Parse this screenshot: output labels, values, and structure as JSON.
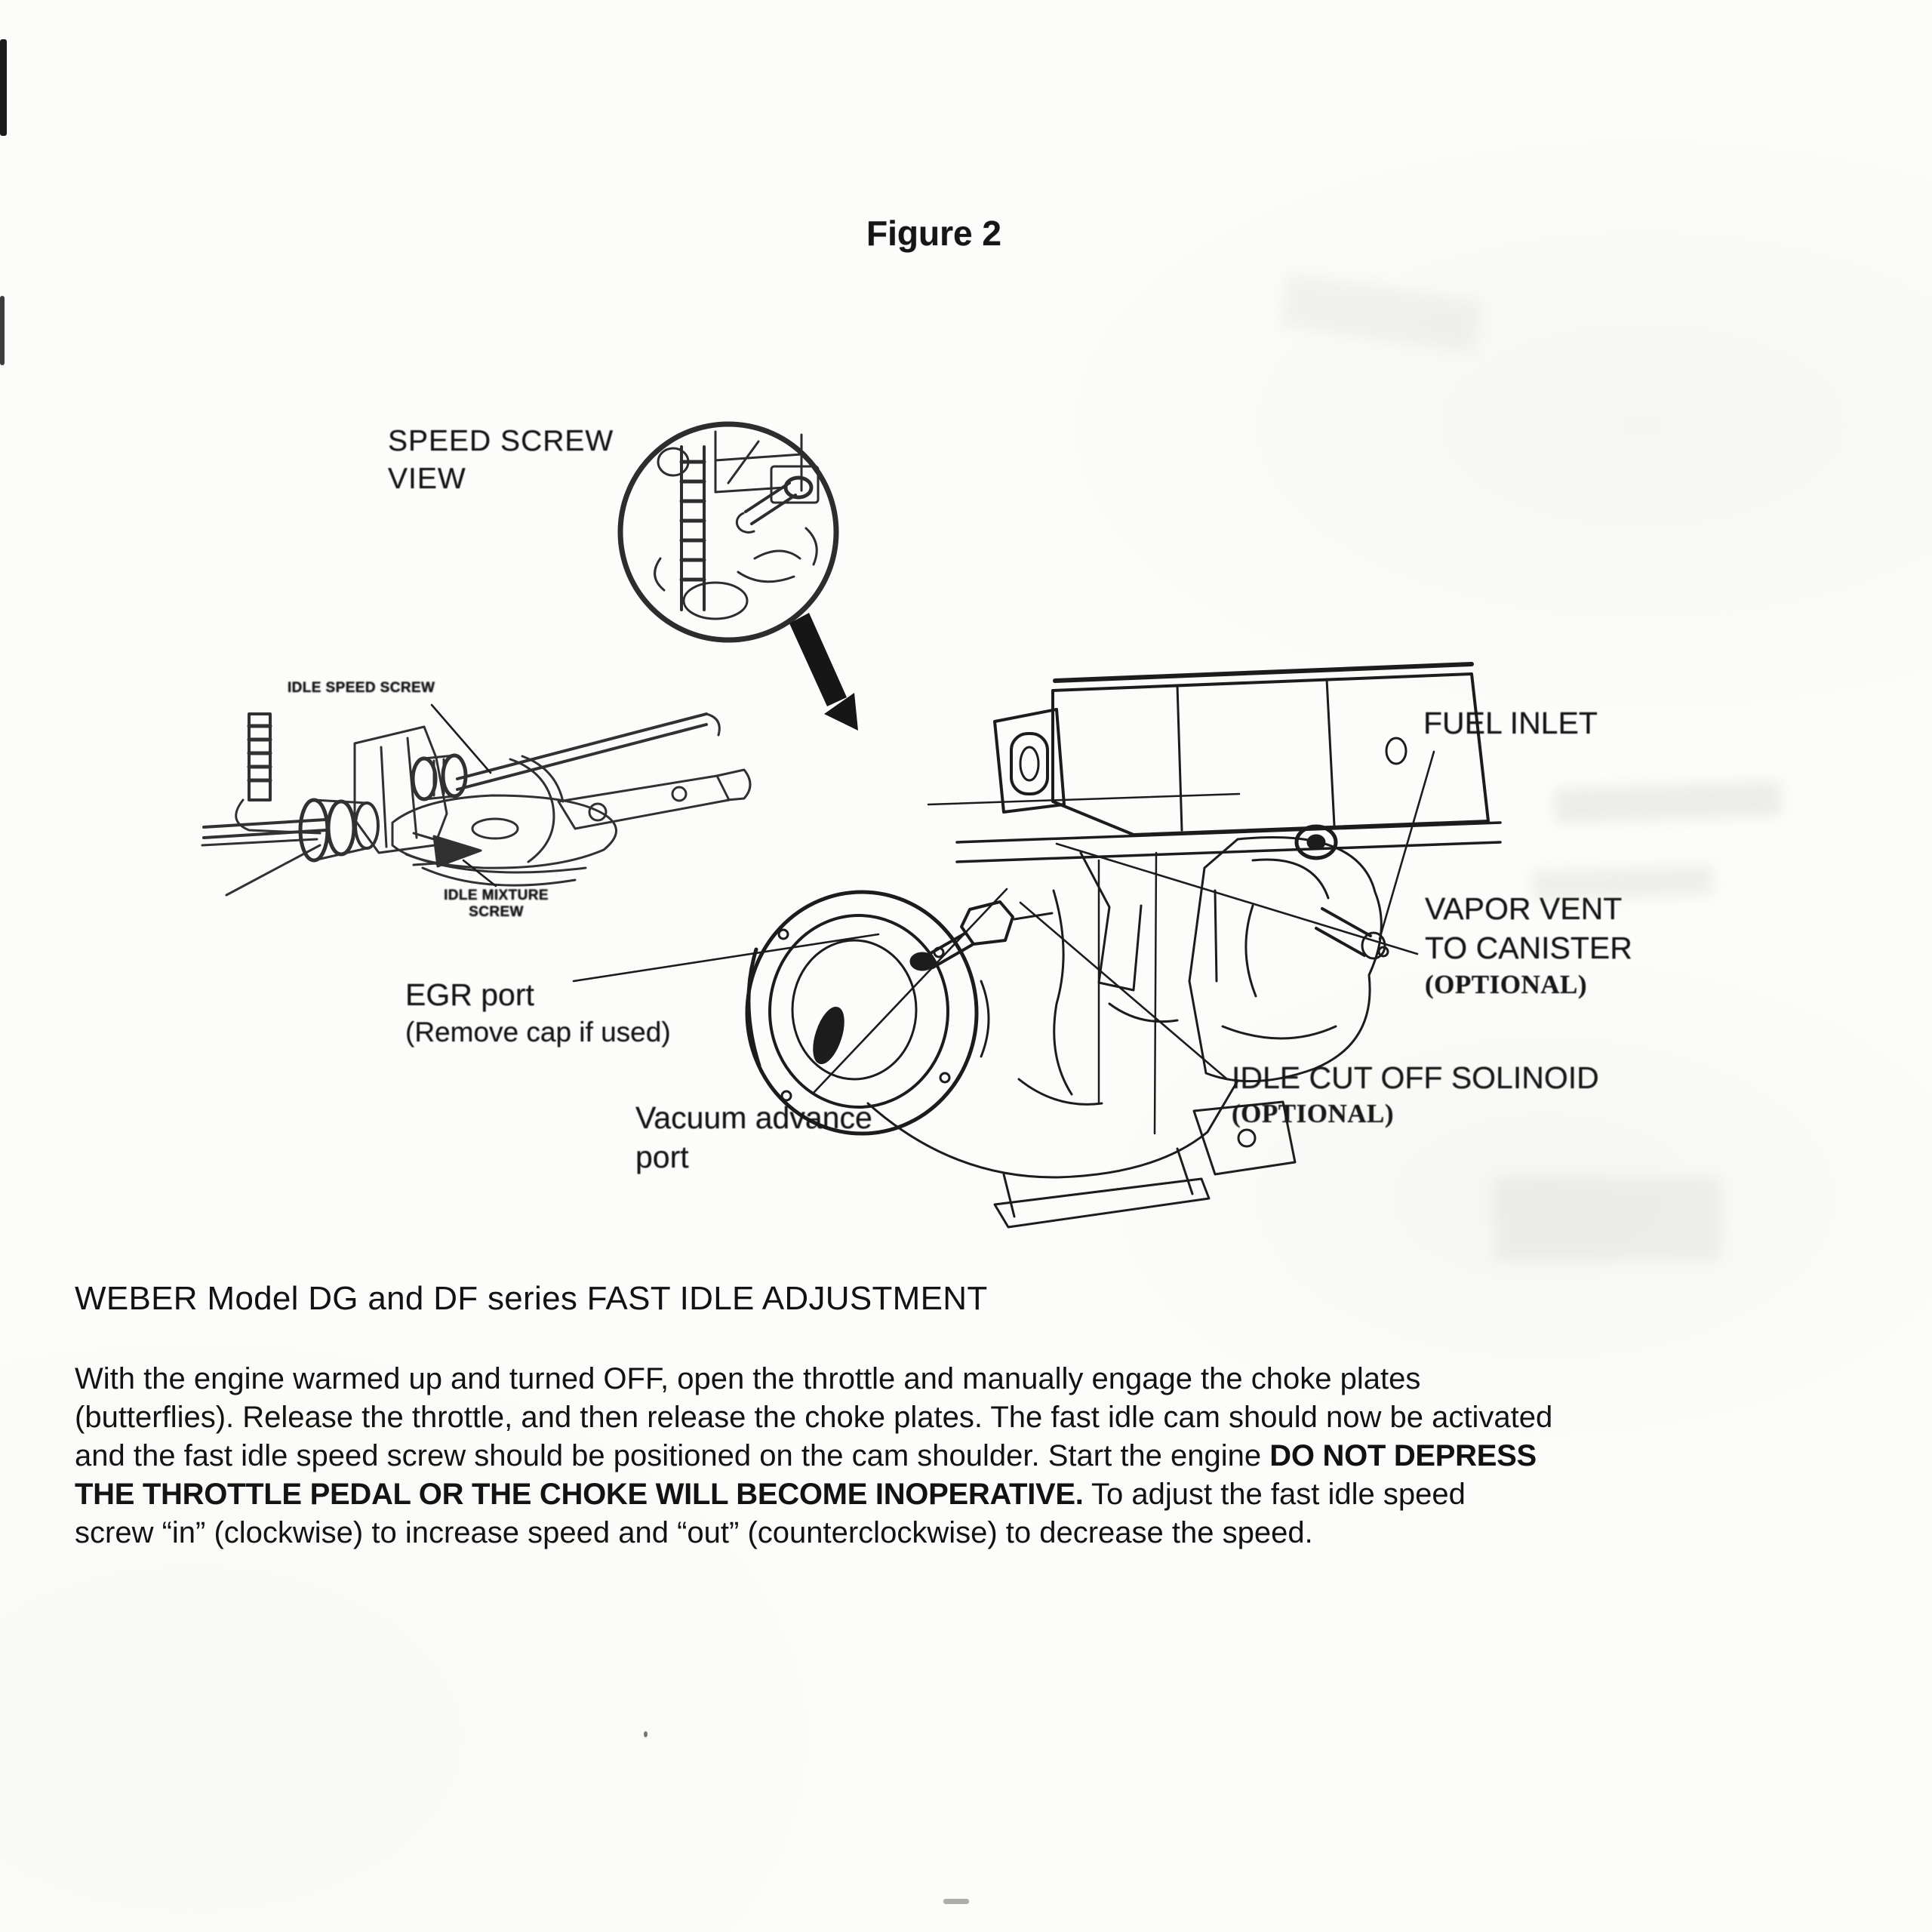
{
  "page": {
    "figure_title": "Figure 2",
    "section_heading": "WEBER Model DG and DF series FAST IDLE ADJUSTMENT"
  },
  "diagram": {
    "labels": {
      "speed_screw_view_line1": "SPEED SCREW",
      "speed_screw_view_line2": "VIEW",
      "idle_speed_screw": "IDLE SPEED SCREW",
      "idle_mixture_screw": "IDLE MIXTURE SCREW",
      "fuel_inlet": "FUEL INLET",
      "vapor_vent_line1": "VAPOR VENT",
      "vapor_vent_line2": "TO CANISTER",
      "vapor_vent_line3": "(OPTIONAL)",
      "idle_cut_off_line1": "IDLE CUT OFF SOLINOID",
      "idle_cut_off_line2": "(OPTIONAL)",
      "egr_port_line1": "EGR port",
      "egr_port_line2": "(Remove cap if used)",
      "vacuum_advance_line1": "Vacuum advance",
      "vacuum_advance_line2": "port"
    }
  },
  "paragraph": {
    "lines": [
      [
        {
          "t": "With the engine warmed up and turned OFF, open the throttle and manually engage the choke plates",
          "b": false
        }
      ],
      [
        {
          "t": "(butterflies). Release the throttle, and then release the choke plates. The fast idle cam should now be activated",
          "b": false
        }
      ],
      [
        {
          "t": "and the fast idle speed screw should be positioned on the cam shoulder. Start the engine ",
          "b": false
        },
        {
          "t": "DO NOT DEPRESS",
          "b": true
        }
      ],
      [
        {
          "t": "THE THROTTLE PEDAL OR THE CHOKE WILL BECOME INOPERATIVE.",
          "b": true
        },
        {
          "t": "  To adjust the fast idle speed",
          "b": false
        }
      ],
      [
        {
          "t": "screw “in” (clockwise) to increase speed and “out” (counterclockwise) to decrease the speed.",
          "b": false
        }
      ]
    ]
  },
  "colors": {
    "paper": "#fcfcfa",
    "ink": "#1c1c1c"
  }
}
